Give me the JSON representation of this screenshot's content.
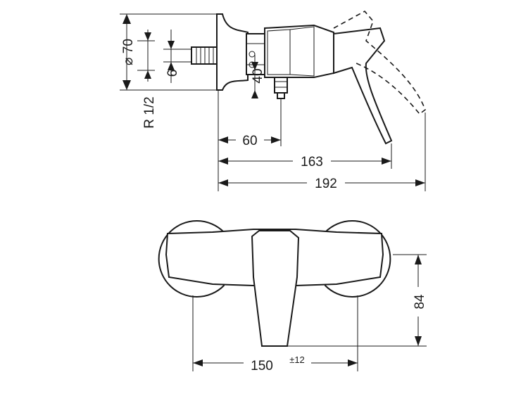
{
  "dimensions": {
    "diameter_symbol": "⌀",
    "diameter": "70",
    "inner_small": "6",
    "thread": "R 1/2",
    "depth_40": "40",
    "d60": "60",
    "d163": "163",
    "d192": "192",
    "height_84": "84",
    "width_150": "150",
    "tolerance": "±12"
  }
}
